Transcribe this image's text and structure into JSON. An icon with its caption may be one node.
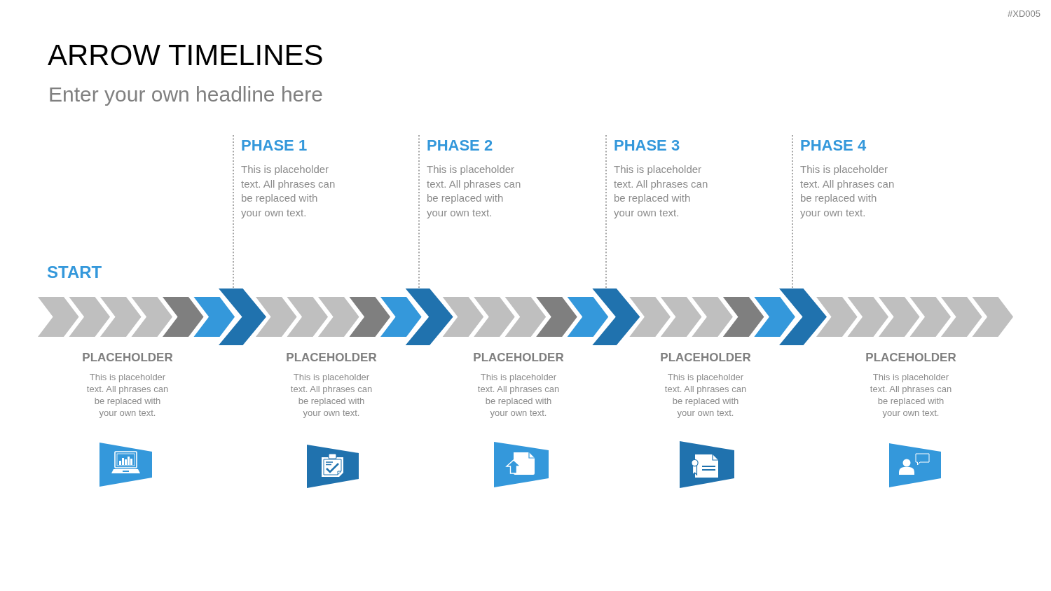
{
  "diagram": {
    "title": "ARROW TIMELINES",
    "nodes": [
      {
        "text": [
          "PHASE 1",
          "This is placeholder text. All phrases can be replaced with your own text."
        ]
      },
      {
        "text": [
          "PHASE 2",
          "This is placeholder text. All phrases can be replaced with your own text."
        ]
      },
      {
        "text": [
          "PHASE 3",
          "This is placeholder text. All phrases can be replaced with your own text."
        ]
      },
      {
        "text": [
          "PHASE 4",
          "This is placeholder text. All phrases can be replaced with your own text."
        ]
      },
      {
        "text": [],
        "shape": "chevron"
      },
      {
        "text": [],
        "shape": "chevron"
      },
      {
        "text": [],
        "shape": "chevron"
      },
      {
        "text": [],
        "shape": "chevron"
      },
      {
        "text": [],
        "shape": "chevron"
      },
      {
        "text": [],
        "shape": "chevron"
      },
      {
        "text": [],
        "shape": "chevron"
      },
      {
        "text": [],
        "shape": "chevron"
      },
      {
        "text": [],
        "shape": "chevron"
      },
      {
        "text": [],
        "shape": "chevron"
      },
      {
        "text": [],
        "shape": "chevron"
      },
      {
        "text": [],
        "shape": "chevron"
      },
      {
        "text": [],
        "shape": "chevron"
      },
      {
        "text": [],
        "shape": "chevron"
      },
      {
        "text": [],
        "shape": "chevron"
      },
      {
        "text": [],
        "shape": "chevron"
      },
      {
        "text": [],
        "shape": "chevron"
      },
      {
        "text": [],
        "shape": "chevron"
      },
      {
        "text": [],
        "shape": "chevron"
      },
      {
        "text": [],
        "shape": "chevron"
      },
      {
        "text": [],
        "shape": "chevron"
      },
      {
        "text": [],
        "shape": "chevron"
      },
      {
        "text": [],
        "shape": "chevron"
      },
      {
        "text": [],
        "shape": "chevron"
      },
      {
        "text": [],
        "shape": "chevron"
      },
      {
        "text": [],
        "shape": "chevron"
      },
      {
        "text": [],
        "shape": "chevron"
      },
      {
        "text": [],
        "shape": "chevron"
      },
      {
        "text": [],
        "shape": "chevron"
      },
      {
        "text": [],
        "shape": "chevron"
      },
      {
        "text": [],
        "shape": "chevron"
      },
      {
        "text": [],
        "shape": "picture"
      },
      {
        "text": [],
        "shape": "picture"
      },
      {
        "text": [],
        "shape": "picture"
      },
      {
        "text": [],
        "shape": "picture"
      },
      {
        "text": [],
        "shape": "picture"
      }
    ],
    "edges": [
      {
        "from": 0,
        "to": 10,
        "arrow": "none",
        "style": "dashed"
      },
      {
        "from": 1,
        "to": 16,
        "arrow": "none",
        "style": "dashed"
      },
      {
        "from": 2,
        "to": 22,
        "arrow": "none",
        "style": "dashed"
      },
      {
        "from": 3,
        "to": 28,
        "arrow": "none",
        "style": "dashed"
      }
    ],
    "labels": [
      "#XD005",
      "Enter your own headline here",
      "START",
      "PLACEHOLDER",
      "This is placeholder text. All phrases can be replaced with your own text.",
      "PLACEHOLDER",
      "This is placeholder text. All phrases can be replaced with your own text.",
      "PLACEHOLDER",
      "This is placeholder text. All phrases can be replaced with your own text.",
      "PLACEHOLDER",
      "This is placeholder text. All phrases can be replaced with your own text.",
      "PLACEHOLDER",
      "This is placeholder text. All phrases can be replaced with your own text."
    ]
  }
}
